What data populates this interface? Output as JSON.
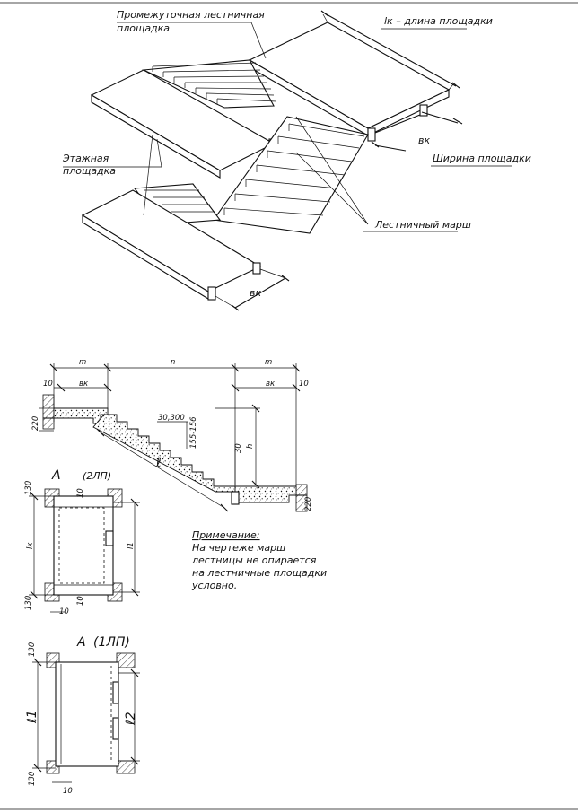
{
  "iso": {
    "intermediate_landing": [
      "Промежуточная лестничная",
      "площадка"
    ],
    "landing_length": "lк – длина площадки",
    "floor_landing": [
      "Этажная",
      "площадка"
    ],
    "landing_width": "Ширина площадки",
    "flight": "Лестничный марш",
    "bk": "вк"
  },
  "section": {
    "m_left": "m",
    "n": "n",
    "m_right": "m",
    "ten_left": "10",
    "ten_right": "10",
    "bk_left": "вк",
    "bk_right": "вк",
    "dim_220_left": "220",
    "dim_220_right": "220",
    "tread": "30,300",
    "riser": "155-156",
    "h": "h",
    "thirty": "30",
    "l": "ℓ"
  },
  "plan_2lp": {
    "title": "А",
    "subtitle": "(2ЛП)",
    "dim_130_top": "130",
    "dim_130_bottom": "130",
    "dim_10_a": "10",
    "dim_10_b": "10",
    "dim_10_c": "10",
    "l_left": "lк",
    "l_right": "l1"
  },
  "note": {
    "heading": "Примечание:",
    "lines": [
      "На чертеже марш",
      "лестницы не опирается",
      "на лестничные площадки",
      "условно."
    ]
  },
  "plan_1lp": {
    "title": "А",
    "subtitle": "(1ЛП)",
    "dim_130_top": "130",
    "dim_130_bottom": "130",
    "dim_10": "10",
    "l_left": "ℓ1",
    "l_right": "ℓ2"
  }
}
